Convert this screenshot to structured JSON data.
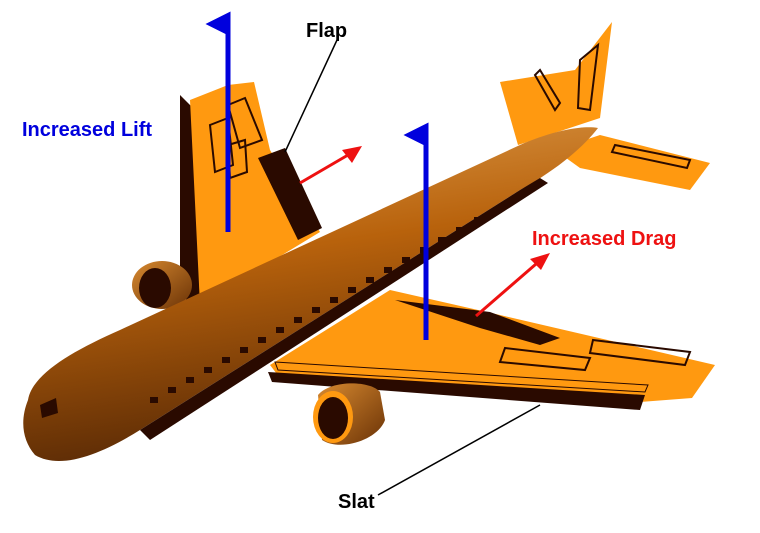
{
  "labels": {
    "flap": "Flap",
    "slat": "Slat",
    "increased_lift": "Increased Lift",
    "increased_drag": "Increased Drag"
  },
  "colors": {
    "wing_orange": "#ff9910",
    "fuselage_brown": "#b8620c",
    "shadow_dark": "#2a0a00",
    "lift_blue": "#0000dd",
    "drag_red": "#ee1111",
    "leader_line": "#000000"
  }
}
